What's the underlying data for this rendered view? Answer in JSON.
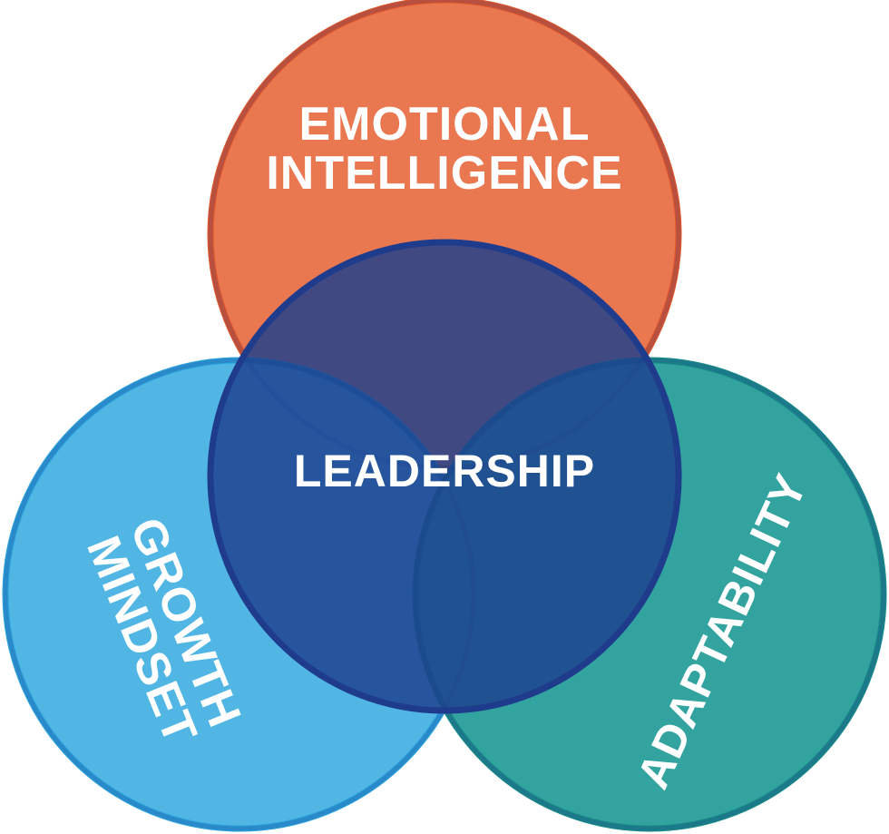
{
  "diagram": {
    "top_circle": {
      "line1": "EMOTIONAL",
      "line2": "INTELLIGENCE",
      "fill": "#E97750",
      "stroke": "#E2572A"
    },
    "left_circle": {
      "line1": "GROWTH",
      "line2": "MINDSET",
      "fill": "#52B6E5",
      "stroke": "#2EA5DE"
    },
    "right_circle": {
      "line1": "ADAPTABILITY",
      "fill": "#33A3A0",
      "stroke": "#1A8E8A"
    },
    "center_circle": {
      "label": "LEADERSHIP",
      "fill": "#1C3F8E",
      "stroke": "#1F3C8C"
    }
  }
}
